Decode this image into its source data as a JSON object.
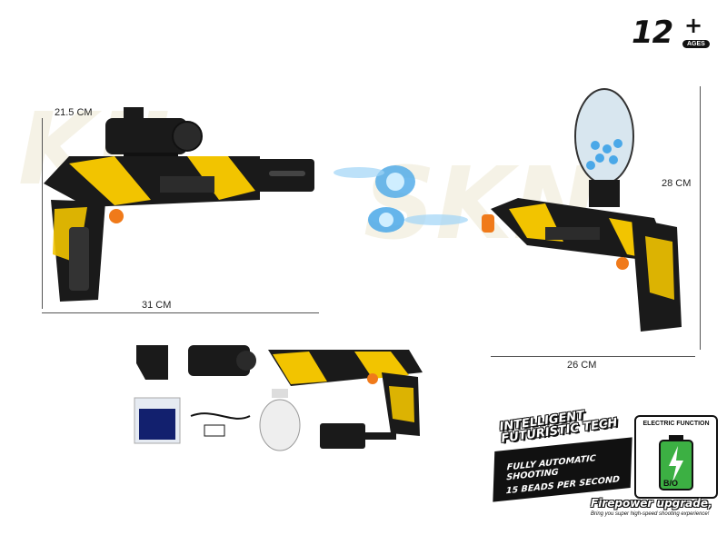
{
  "age": {
    "number": "12",
    "plus": "+",
    "tag": "AGES"
  },
  "dimensions": {
    "left_height": "21.5 CM",
    "left_length": "31 CM",
    "right_height": "28 CM",
    "right_length": "26 CM"
  },
  "promo": {
    "title_line1": "INTELLIGENT",
    "title_line2": "FUTURISTIC TECH",
    "feature_line1": "FULLY AUTOMATIC SHOOTING",
    "feature_line2": "15 BEADS PER SECOND",
    "electric_label": "ELECTRIC FUNCTION",
    "battery_text": "B/O",
    "headline": "Firepower upgrade,",
    "subline": "Bring you super high-speed shooting experience!"
  },
  "colors": {
    "gun_yellow": "#f2c400",
    "gun_black": "#1a1a1a",
    "water_blue": "#4aa8e8",
    "orange_tip": "#f07a1a",
    "battery_green": "#3cb043"
  }
}
